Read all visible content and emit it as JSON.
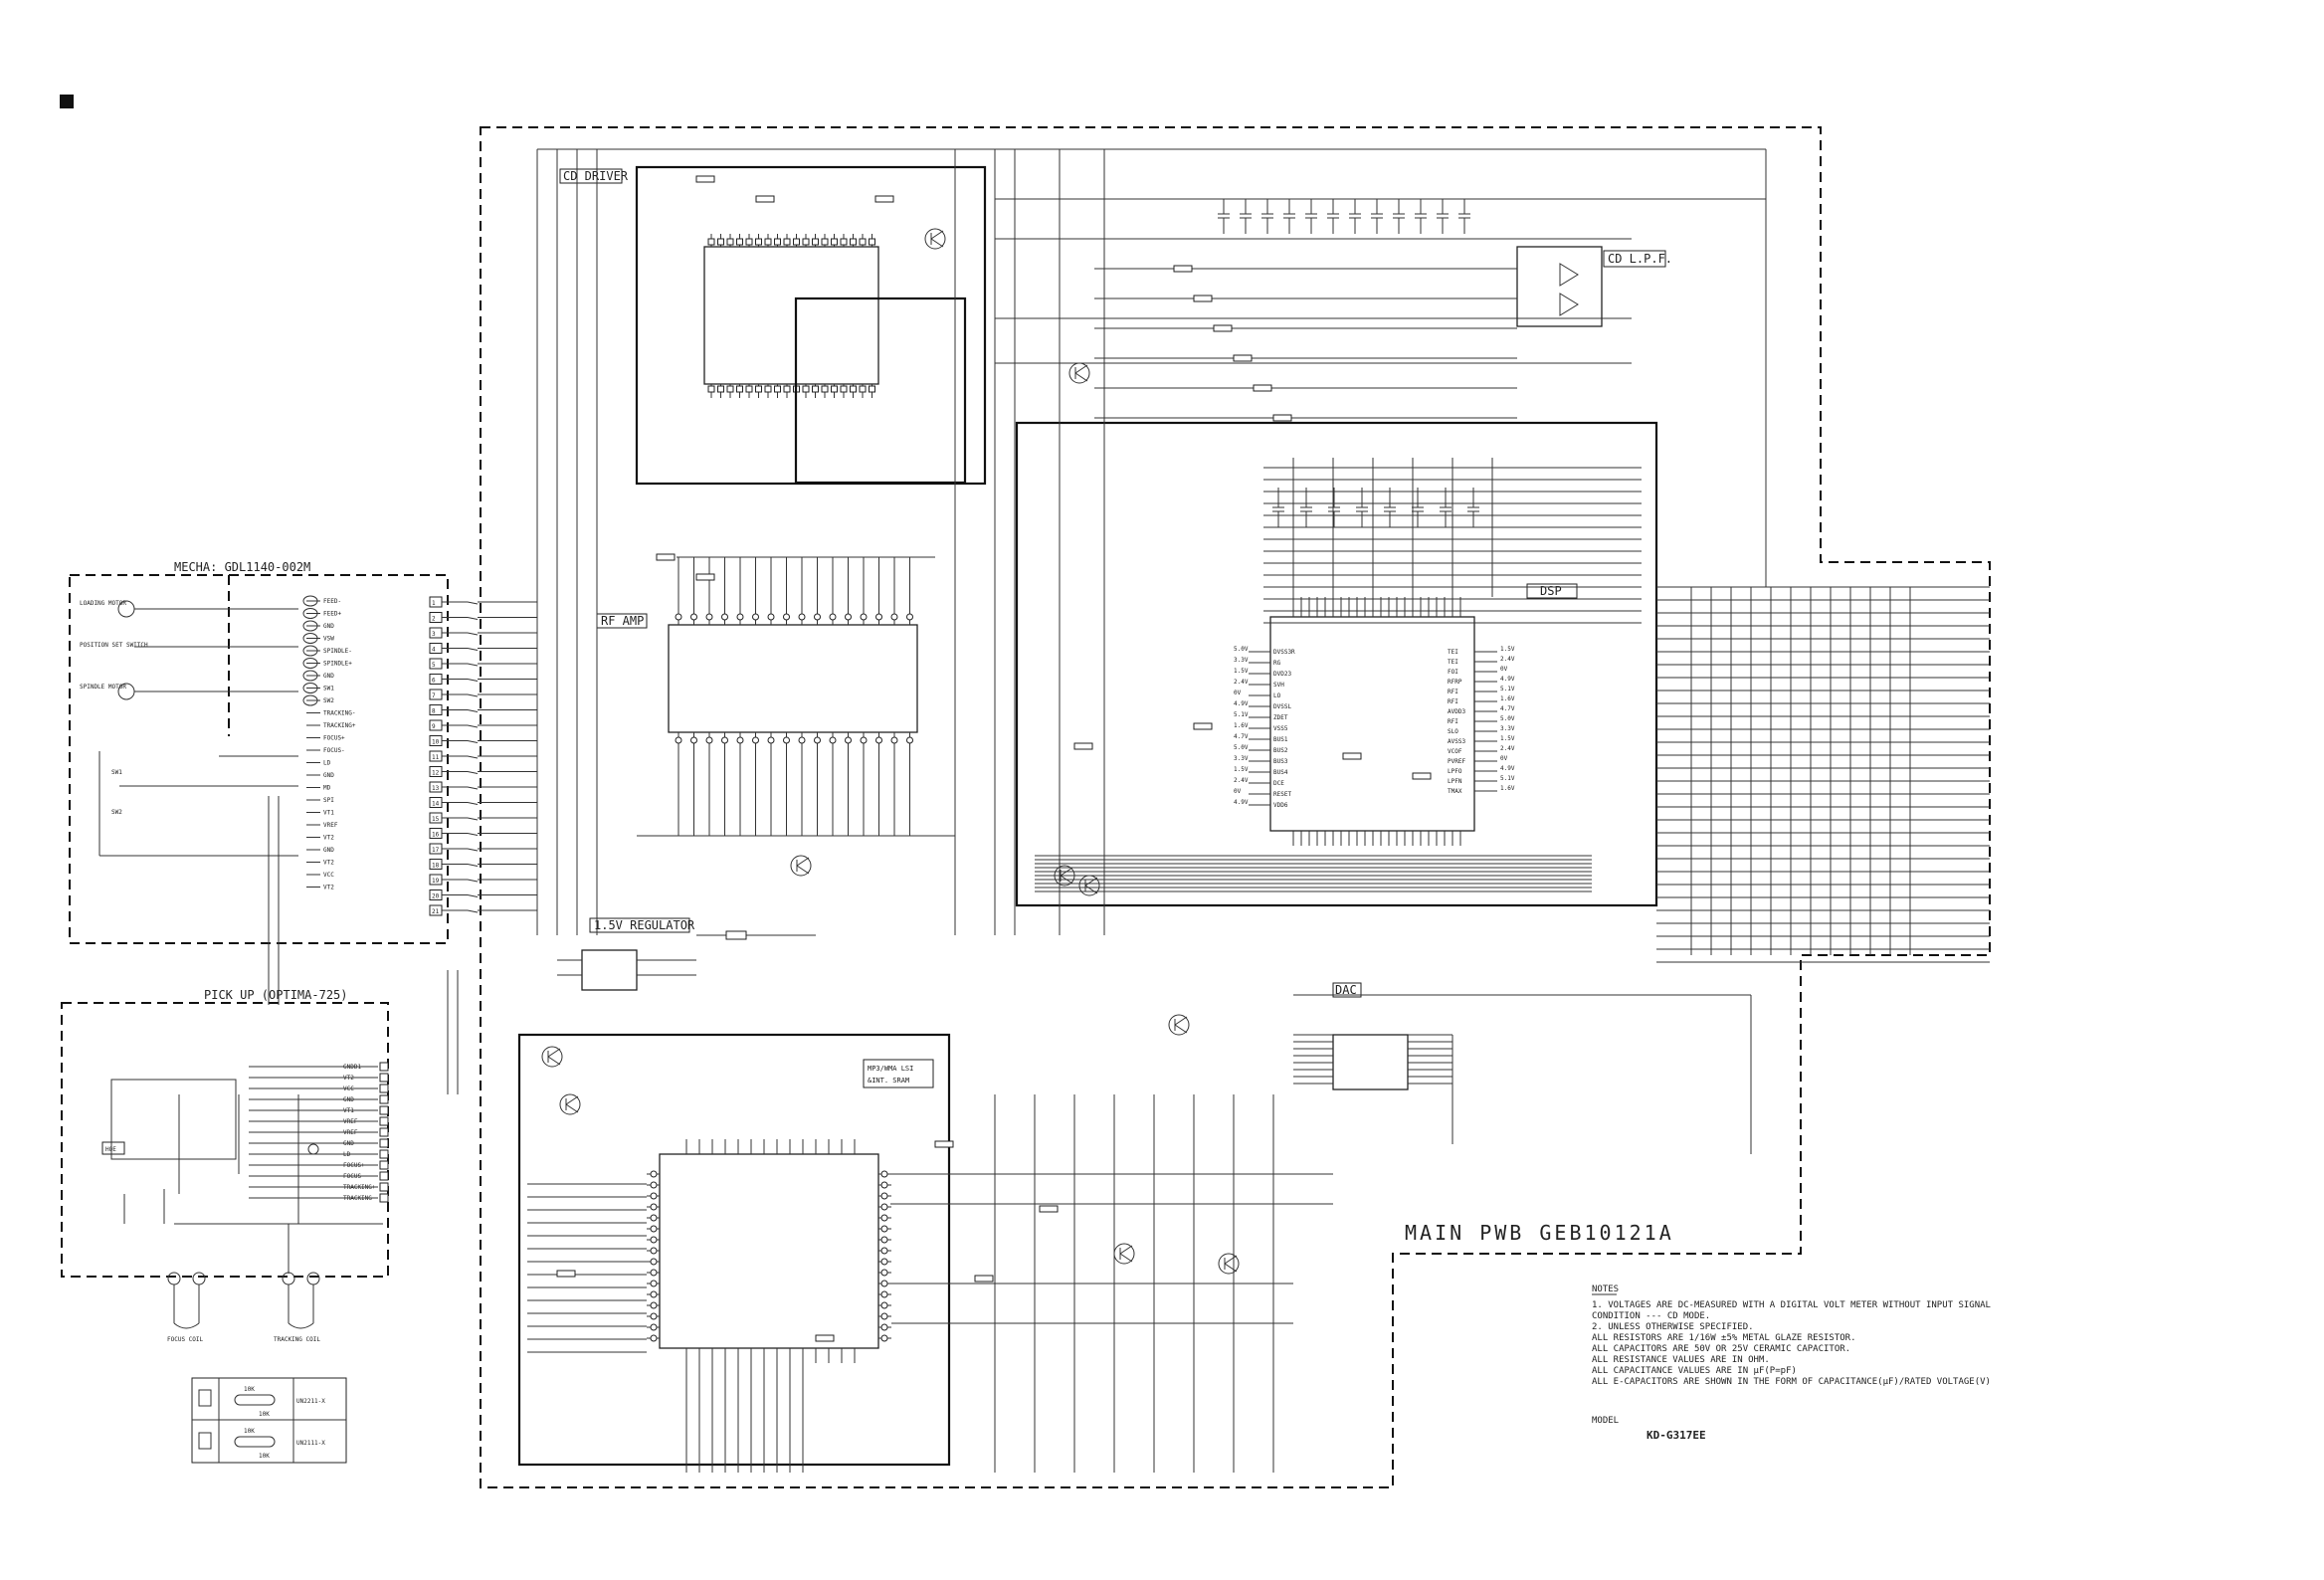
{
  "sheet": {
    "marker": "■",
    "model_label": "MODEL",
    "model": "KD-G317EE",
    "pwb_title": "MAIN PWB GEB10121A"
  },
  "blocks": {
    "cd_driver": "CD DRIVER",
    "cd_lpf": "CD L.P.F.",
    "rf_amp": "RF AMP",
    "dsp": "DSP",
    "regulator": "1.5V REGULATOR",
    "mp3_lsi_line1": "MP3/WMA LSI",
    "mp3_lsi_line2": "&INT. SRAM",
    "dac": "DAC",
    "mecha": "MECHA: GDL1140-002M",
    "pickup": "PICK UP  (OPTIMA-725)",
    "hoe": "HOE"
  },
  "mecha": {
    "motors": [
      "LOADING MOTOR",
      "POSITION SET SWITCH",
      "SPINDLE MOTOR"
    ],
    "switches": [
      "SW1",
      "SW2"
    ],
    "connector_signals": [
      "FEED-",
      "FEED+",
      "GND",
      "VSW",
      "SPINDLE-",
      "SPINDLE+",
      "GND",
      "SW1",
      "SW2",
      "TRACKING-",
      "TRACKING+",
      "FOCUS+",
      "FOCUS-",
      "LD",
      "GND",
      "MD",
      "SPI",
      "VT1",
      "VREF",
      "VT2",
      "GND",
      "VT2",
      "VCC",
      "VT2"
    ],
    "pins": [
      "1",
      "2",
      "3",
      "4",
      "5",
      "6",
      "7",
      "8",
      "9",
      "10",
      "11",
      "12",
      "13",
      "14",
      "15",
      "16",
      "17",
      "18",
      "19",
      "20",
      "21"
    ]
  },
  "pickup": {
    "signals": [
      "GNDD1",
      "VT2",
      "VCC",
      "GND",
      "VT1",
      "VREF",
      "VREF",
      "GND",
      "LD",
      "FOCUS+",
      "FOCUS-",
      "TRACKING+",
      "TRACKING-"
    ],
    "coils": [
      "FOCUS COIL",
      "TRACKING COIL"
    ]
  },
  "legend": {
    "rows": [
      {
        "resistor": "10K",
        "resistor2": "10K",
        "part": "UN2211-X"
      },
      {
        "resistor": "10K",
        "resistor2": "10K",
        "part": "UN2111-X"
      }
    ]
  },
  "dsp_pins_left": [
    "DVSS3R",
    "RG",
    "DVD23",
    "SVH",
    "LO",
    "DVSSL",
    "ZDET",
    "VSS5",
    "BUS1",
    "BUS2",
    "BUS3",
    "BUS4",
    "DCE",
    "RESET",
    "VDD6"
  ],
  "dsp_pins_right": [
    "TEI",
    "TEI",
    "FOI",
    "RFRP",
    "RFI",
    "RFI",
    "AVDD3",
    "RFI",
    "SLO",
    "AVSS3",
    "VCOF",
    "PVREF",
    "LPFO",
    "LPFN",
    "TMAX"
  ],
  "voltages": [
    "5.0V",
    "3.3V",
    "1.5V",
    "2.4V",
    "0V",
    "4.9V",
    "5.1V",
    "1.6V",
    "4.7V"
  ],
  "notes": {
    "header": "NOTES",
    "lines": [
      "1. VOLTAGES ARE DC-MEASURED WITH A DIGITAL VOLT METER WITHOUT INPUT SIGNAL",
      "   CONDITION --- CD MODE.",
      "2. UNLESS OTHERWISE SPECIFIED.",
      "   ALL RESISTORS ARE 1/16W ±5% METAL GLAZE RESISTOR.",
      "   ALL CAPACITORS ARE 50V OR 25V CERAMIC CAPACITOR.",
      "   ALL RESISTANCE VALUES ARE IN OHM.",
      "   ALL CAPACITANCE VALUES ARE IN µF(P=pF)",
      "   ALL E-CAPACITORS ARE SHOWN IN THE FORM OF CAPACITANCE(µF)/RATED VOLTAGE(V)"
    ]
  }
}
